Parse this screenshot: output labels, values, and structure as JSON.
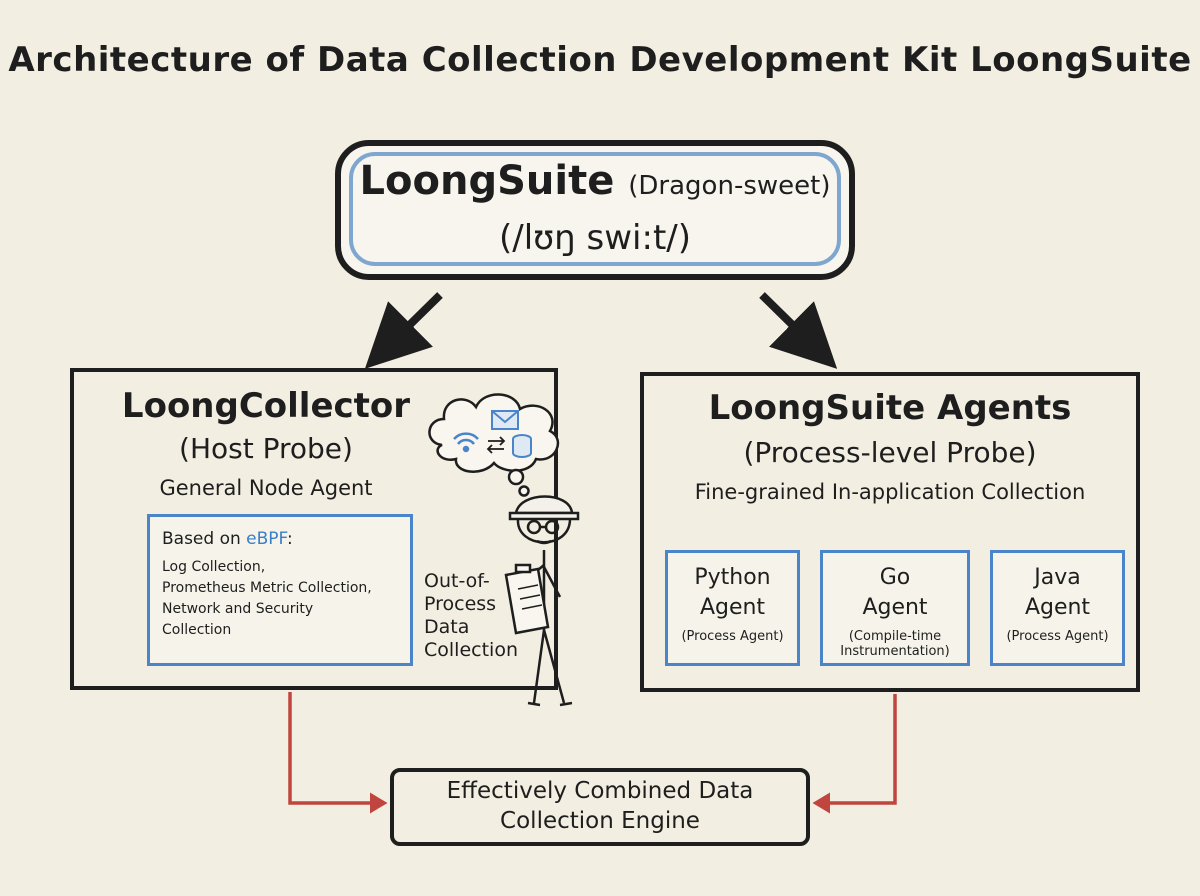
{
  "title": "Architecture of Data Collection Development Kit LoongSuite",
  "hub": {
    "name": "LoongSuite",
    "alias": "(Dragon-sweet)",
    "pronunciation": "(/lʊŋ swi:t/)"
  },
  "collector": {
    "title": "LoongCollector",
    "subtitle": "(Host Probe)",
    "description": "General Node Agent",
    "ebpf_lead": "Based on ",
    "ebpf_highlight": "eBPF",
    "ebpf_colon": ":",
    "items": [
      "Log Collection,",
      "Prometheus Metric Collection,",
      "Network and Security",
      "Collection"
    ],
    "flow_label": [
      "Out-of-",
      "Process",
      "Data",
      "Collection"
    ]
  },
  "agents": {
    "title": "LoongSuite Agents",
    "subtitle": "(Process-level Probe)",
    "description": "Fine-grained In-application Collection",
    "list": [
      {
        "name_line1": "Python",
        "name_line2": "Agent",
        "detail_line1": "(Process Agent)",
        "detail_line2": ""
      },
      {
        "name_line1": "Go",
        "name_line2": "Agent",
        "detail_line1": "(Compile-time",
        "detail_line2": "Instrumentation)"
      },
      {
        "name_line1": "Java",
        "name_line2": "Agent",
        "detail_line1": "(Process Agent)",
        "detail_line2": ""
      }
    ]
  },
  "engine": {
    "line1": "Effectively Combined Data",
    "line2": "Collection Engine"
  },
  "colors": {
    "ink": "#1e1e1e",
    "accent_blue": "#4a84c9",
    "arrow_red": "#c0453f",
    "background": "#f2eee1"
  }
}
